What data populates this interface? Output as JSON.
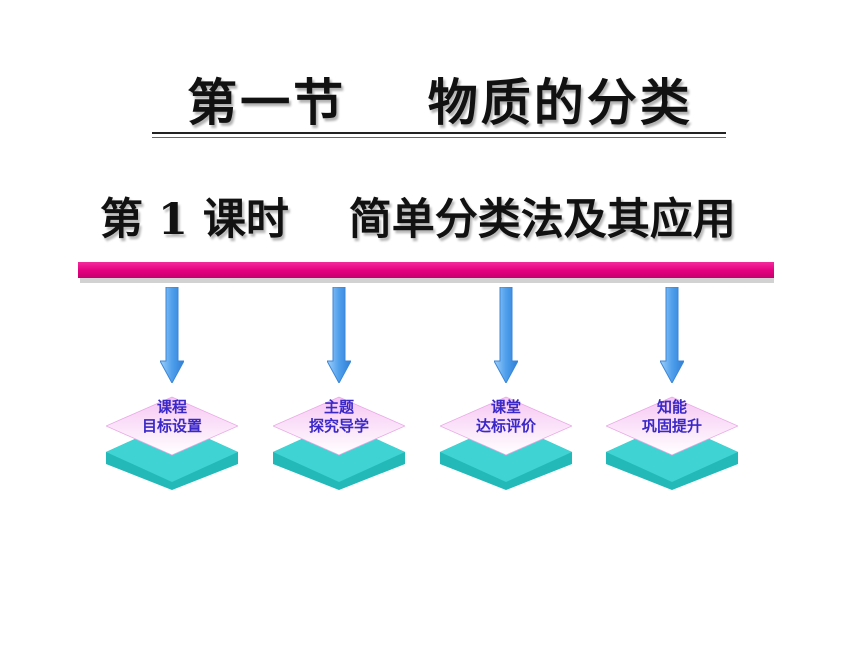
{
  "slide": {
    "section_title": "第一节    物质的分类",
    "lesson_title": "第 1 课时    简单分类法及其应用",
    "modules": [
      {
        "line1": "课程",
        "line2": "目标设置"
      },
      {
        "line1": "主题",
        "line2": "探究导学"
      },
      {
        "line1": "课堂",
        "line2": "达标评价"
      },
      {
        "line1": "知能",
        "line2": "巩固提升"
      }
    ]
  },
  "colors": {
    "accent_bar": "#e4007f",
    "arrow": "#5aaaf0",
    "tile_top": "#f3b6f0",
    "tile_base": "#2ec9c9",
    "tile_text": "#3a28c8"
  },
  "icons": {
    "arrow": "down-arrow-icon",
    "tile": "layered-tile-icon"
  }
}
